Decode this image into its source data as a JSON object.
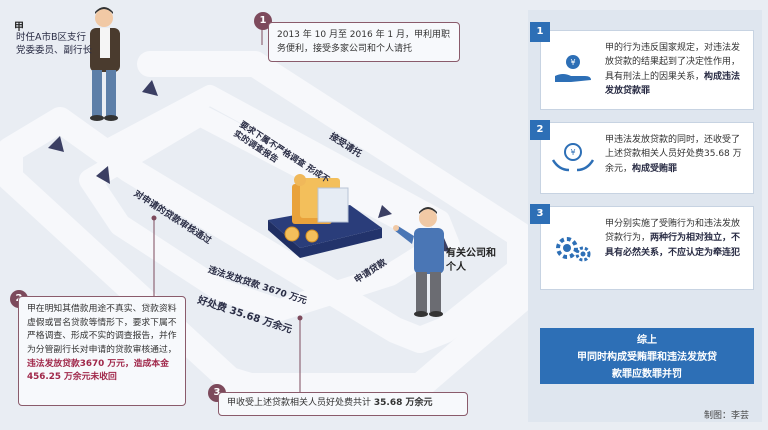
{
  "person_a": {
    "name": "甲",
    "role": "时任A市B区支行党委委员、副行长"
  },
  "party_b": {
    "name": "有关公司和个人"
  },
  "step1": {
    "num": "1",
    "text": "2013 年 10 月至 2016 年 1 月，甲利用职务便利，接受多家公司和个人请托"
  },
  "step2": {
    "num": "2",
    "text": "甲在明知其借款用途不真实、贷款资料虚假或冒名贷款等情形下，要求下属不严格调查、形成不实的调查报告，并作为分管副行长对申请的贷款审核通过，",
    "highlight": "违法发放贷款3670 万元，造成本金 456.25 万余元未收回"
  },
  "step3": {
    "num": "3",
    "text": "甲收受上述贷款相关人员好处费共计",
    "highlight": "35.68 万余元"
  },
  "flow": {
    "accept_request": "接受请托",
    "order_false_report": "要求下属不严格调查 形成不实的调查报告",
    "approve_loan": "对申请的贷款审核通过",
    "illegal_loan": "违法发放贷款 3670 万元",
    "apply_loan": "申请贷款",
    "bribe": "好处费 35.68 万余元"
  },
  "right": {
    "card1": {
      "num": "1",
      "text": "甲的行为违反国家规定，对违法发放贷款的结果起到了决定性作用，具有刑法上的因果关系，",
      "highlight": "构成违法发放贷款罪"
    },
    "card2": {
      "num": "2",
      "text": "甲违法发放贷款的同时，还收受了上述贷款相关人员好处费35.68 万余元，",
      "highlight": "构成受贿罪"
    },
    "card3": {
      "num": "3",
      "text": "甲分别实施了受贿行为和违法发放贷款行为，",
      "highlight": "两种行为相对独立，不具有必然关系，不应认定为牵连犯"
    },
    "summary_title": "综上",
    "summary_text": "甲同时构成受贿罪和违法发放贷款罪应数罪并罚"
  },
  "credit": "制图：李芸",
  "colors": {
    "accent": "#7d4a5c",
    "blue": "#2d6fb6",
    "highlight": "#a0284a"
  }
}
